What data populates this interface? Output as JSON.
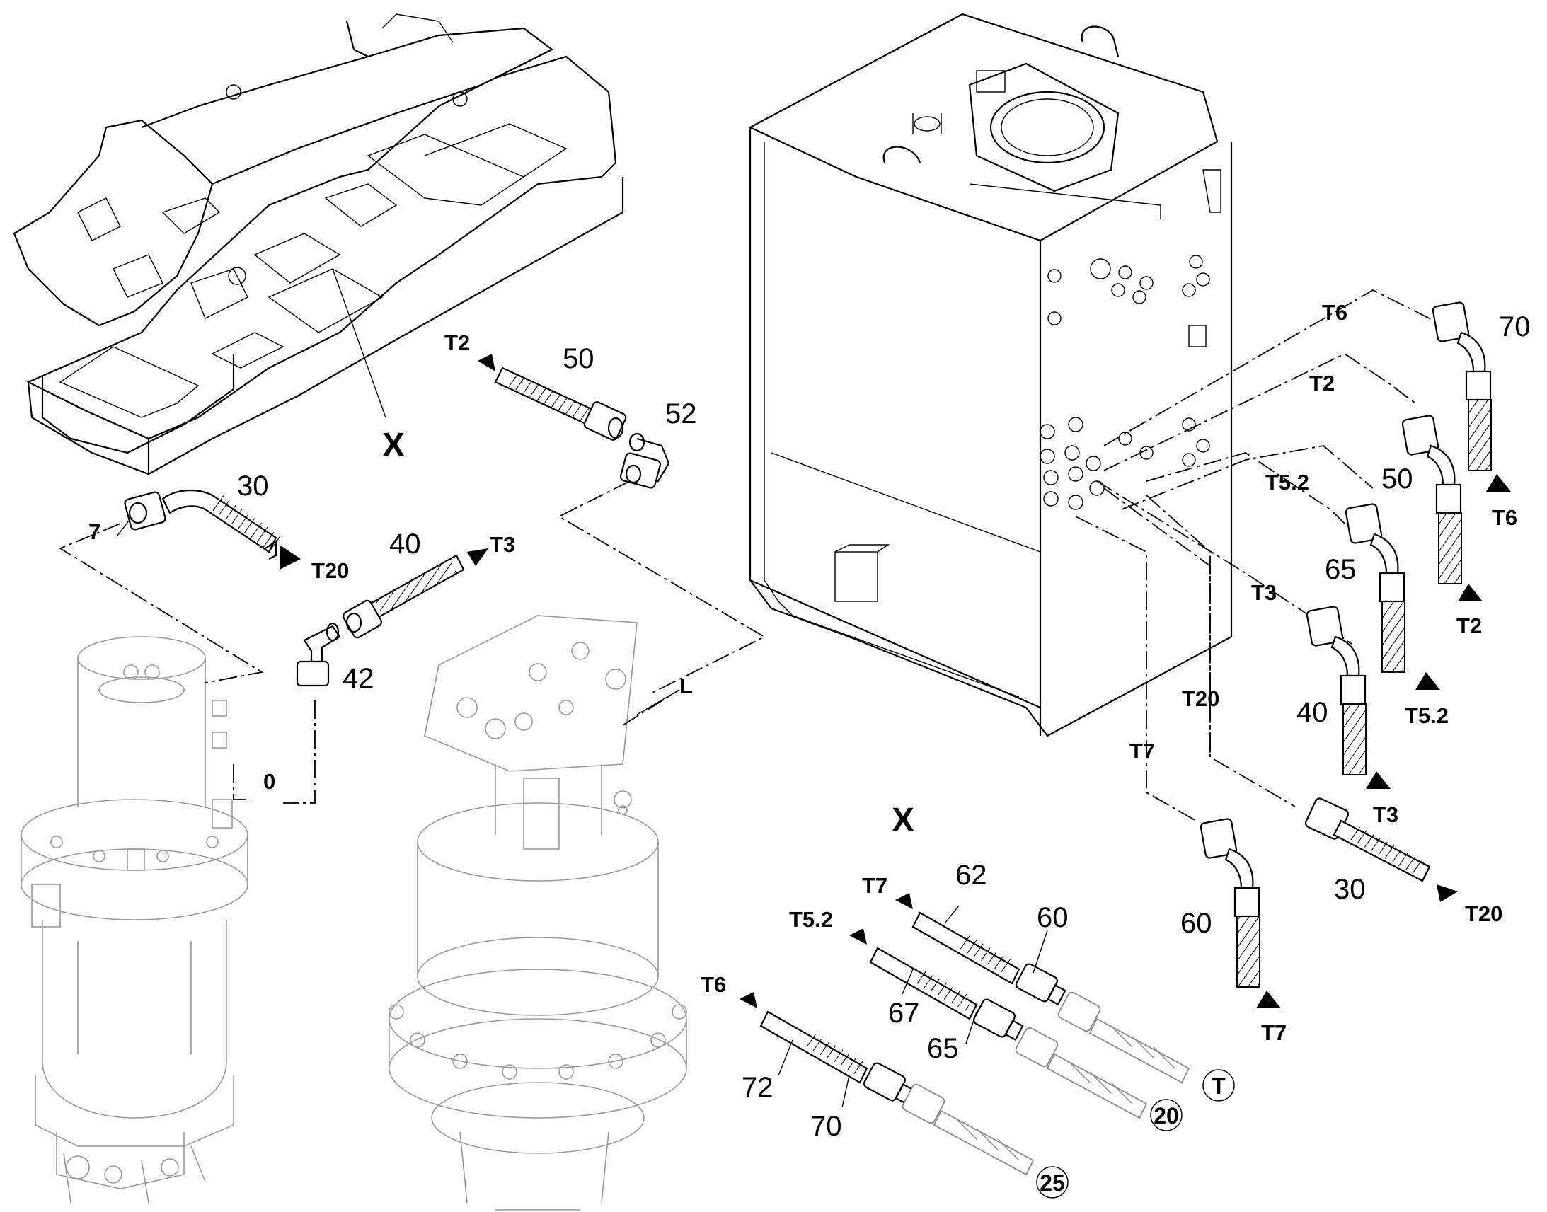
{
  "labels": {
    "x_top": "X",
    "x_bottom": "X",
    "t2_a": "T2",
    "n50_a": "50",
    "n52": "52",
    "n30_a": "30",
    "n7": "7",
    "t20_a": "T20",
    "n40_a": "40",
    "t3_a": "T3",
    "n42": "42",
    "n0": "0",
    "l": "L",
    "t6_top": "T6",
    "n70_top": "70",
    "t6_up": "T6",
    "t2_top": "T2",
    "n50_b": "50",
    "t2_up": "T2",
    "t52_top": "T5.2",
    "n65_b": "65",
    "t52_up": "T5.2",
    "t3_top": "T3",
    "n40_b": "40",
    "t3_up": "T3",
    "t20_mid": "T20",
    "t7_mid": "T7",
    "n30_b": "30",
    "t20_right": "T20",
    "n60_b": "60",
    "t7_up": "T7",
    "t7_bot": "T7",
    "n62": "62",
    "n60_c": "60",
    "t52_bot": "T5.2",
    "n67": "67",
    "n65_c": "65",
    "t6_bot": "T6",
    "n72": "72",
    "n70_bot": "70",
    "c_t": "T",
    "c_20": "20",
    "c_25": "25"
  }
}
